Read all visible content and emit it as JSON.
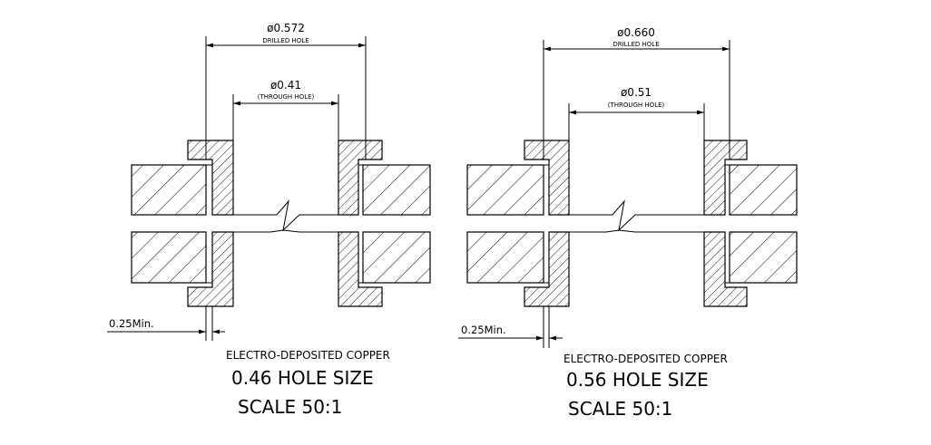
{
  "drawings": [
    {
      "id": "left",
      "drilled_dia": "ø0.572",
      "drilled_label": "DRILLED HOLE",
      "through_dia": "ø0.41",
      "through_label": "(THROUGH HOLE)",
      "min_label": "0.25Min.",
      "plating": "ELECTRO-DEPOSITED COPPER",
      "hole_size": "0.46 HOLE SIZE",
      "scale": "SCALE 50:1"
    },
    {
      "id": "right",
      "drilled_dia": "ø0.660",
      "drilled_label": "DRILLED HOLE",
      "through_dia": "ø0.51",
      "through_label": "(THROUGH HOLE)",
      "min_label": "0.25Min.",
      "plating": "ELECTRO-DEPOSITED COPPER",
      "hole_size": "0.56 HOLE SIZE",
      "scale": "SCALE 50:1"
    }
  ]
}
